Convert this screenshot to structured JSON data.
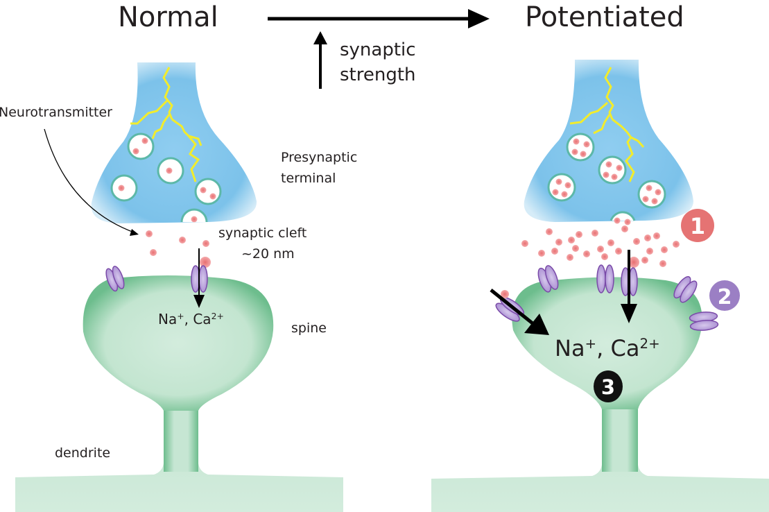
{
  "header": {
    "left_title": "Normal",
    "right_title": "Potentiated",
    "axis_label_line1": "synaptic",
    "axis_label_line2": "strength"
  },
  "labels": {
    "neurotransmitter": "Neurotransmitter",
    "presynaptic_line1": "Presynaptic",
    "presynaptic_line2": "terminal",
    "cleft_line1": "synaptic cleft",
    "cleft_line2": "~20 nm",
    "spine": "spine",
    "dendrite": "dendrite"
  },
  "ions": {
    "na": "Na",
    "na_charge": "+",
    "separator": ", ",
    "ca": "Ca",
    "ca_charge": "2+"
  },
  "badges": [
    {
      "number": "1",
      "color": "#e57373"
    },
    {
      "number": "2",
      "color": "#9b7fc4"
    },
    {
      "number": "3",
      "color": "#111111"
    }
  ],
  "colors": {
    "presynaptic_fill": "#7ec3ea",
    "spine_fill": "#cde9d8",
    "spine_edge": "#5fb582",
    "vesicle_ring": "#5cb8a8",
    "neurotransmitter": "#e57373",
    "receptor": "#b9a3dd",
    "receptor_edge": "#7a4aa8",
    "lightning": "#f2ec2c"
  },
  "panels": {
    "normal": {
      "vesicle_cargo_per_vesicle": [
        2,
        1,
        1,
        2
      ],
      "released_molecules": 5
    },
    "potentiated": {
      "vesicle_cargo_per_vesicle": [
        4,
        4,
        4,
        4
      ],
      "released_molecules": 24
    }
  }
}
